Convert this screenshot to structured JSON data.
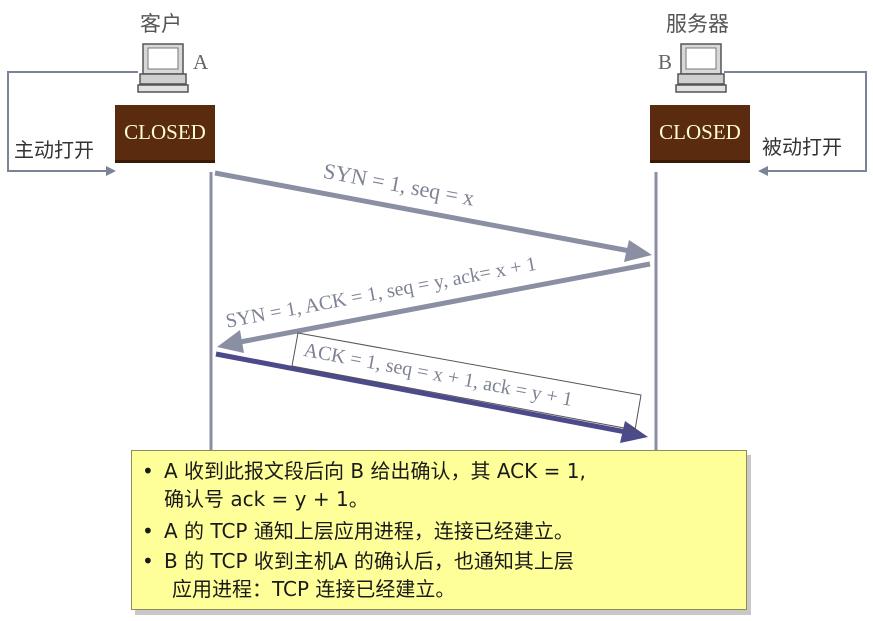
{
  "client": {
    "title": "客户",
    "letter": "A",
    "state": "CLOSED",
    "action": "主动打开"
  },
  "server": {
    "title": "服务器",
    "letter": "B",
    "state": "CLOSED",
    "action": "被动打开"
  },
  "messages": [
    {
      "label": "SYN = 1, seq = x",
      "direction": "A-to-B"
    },
    {
      "label": "SYN = 1, ACK = 1, seq = y, ack= x + 1",
      "direction": "B-to-A"
    },
    {
      "label": "ACK = 1, seq = x + 1, ack = y + 1",
      "direction": "A-to-B"
    }
  ],
  "colors": {
    "arrow_gray": "#8a8fa3",
    "arrow_dark": "#4b4a8a",
    "state_box": "#5a2b0e",
    "note_bg": "#ffff99"
  },
  "note": {
    "bullet": "•",
    "lines": [
      "A 收到此报文段后向 B 给出确认，其 ACK = 1,",
      "确认号 ack = y + 1。",
      "A 的 TCP 通知上层应用进程，连接已经建立。",
      "B 的 TCP 收到主机A 的确认后，也通知其上层",
      "应用进程：TCP 连接已经建立。"
    ]
  }
}
